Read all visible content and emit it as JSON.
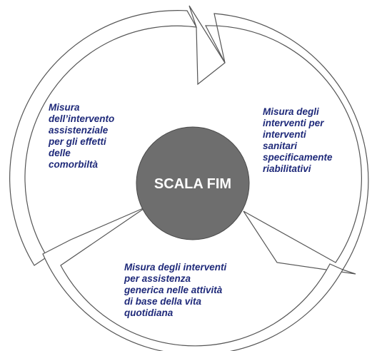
{
  "center": {
    "label": "SCALA FIM"
  },
  "segments": [
    {
      "lines": [
        "Misura",
        "dell’intervento",
        "assistenziale",
        "per gli effetti",
        "delle",
        "comorbiltà"
      ]
    },
    {
      "lines": [
        "Misura degli",
        "interventi per",
        "interventi",
        "sanitari",
        "specificamente",
        "riabilitativi"
      ]
    },
    {
      "lines": [
        "Misura degli interventi",
        "per assistenza",
        "generica nelle attività",
        "di base della vita",
        "quotidiana"
      ]
    }
  ],
  "colors": {
    "text": "#1f2a7a",
    "center_fill": "#6e6e6e",
    "outline": "#555555"
  }
}
